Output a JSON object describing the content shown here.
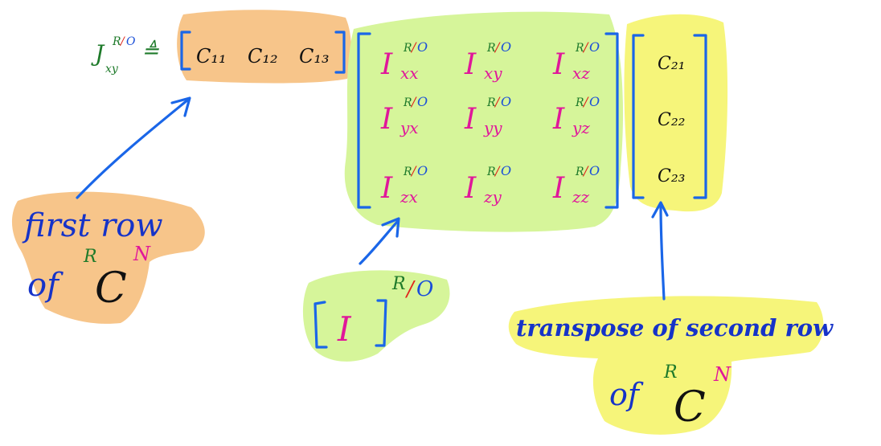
{
  "colors": {
    "orange_highlight": "#f7c58a",
    "green_highlight": "#d6f59a",
    "yellow_highlight": "#f6f57a",
    "bracket_blue": "#1a66e8",
    "note_text": "#1633c8",
    "inertia_magenta": "#e0179a",
    "frame_green": "#1e7a2a",
    "point_red": "#e0261c",
    "frame_blue": "#1a4fd8"
  },
  "equation": {
    "lhs": {
      "symbol": "J",
      "subscript": "xy",
      "sup_R": "R",
      "sup_slash": "/",
      "sup_O": "O"
    },
    "defined_as": "≜",
    "row_vector": [
      "C₁₁",
      "C₁₂",
      "C₁₃"
    ],
    "inertia_matrix": [
      [
        {
          "base": "I",
          "sub": "xx"
        },
        {
          "base": "I",
          "sub": "xy"
        },
        {
          "base": "I",
          "sub": "xz"
        }
      ],
      [
        {
          "base": "I",
          "sub": "yx"
        },
        {
          "base": "I",
          "sub": "yy"
        },
        {
          "base": "I",
          "sub": "yz"
        }
      ],
      [
        {
          "base": "I",
          "sub": "zx"
        },
        {
          "base": "I",
          "sub": "zy"
        },
        {
          "base": "I",
          "sub": "zz"
        }
      ]
    ],
    "entry_sup": {
      "R": "R",
      "slash": "/",
      "O": "O"
    },
    "column_vector": [
      "C₂₁",
      "C₂₂",
      "C₂₃"
    ]
  },
  "annotations": {
    "first_row": {
      "line1": "first row",
      "line2_of": "of",
      "frame_R": "R",
      "C": "C",
      "frame_N": "N"
    },
    "inertia_label": {
      "I": "I",
      "sup_R": "R",
      "sup_slash": "/",
      "sup_O": "O"
    },
    "transpose": {
      "line1": "transpose of second row",
      "line2_of": "of",
      "frame_R": "R",
      "C": "C",
      "frame_N": "N"
    }
  }
}
